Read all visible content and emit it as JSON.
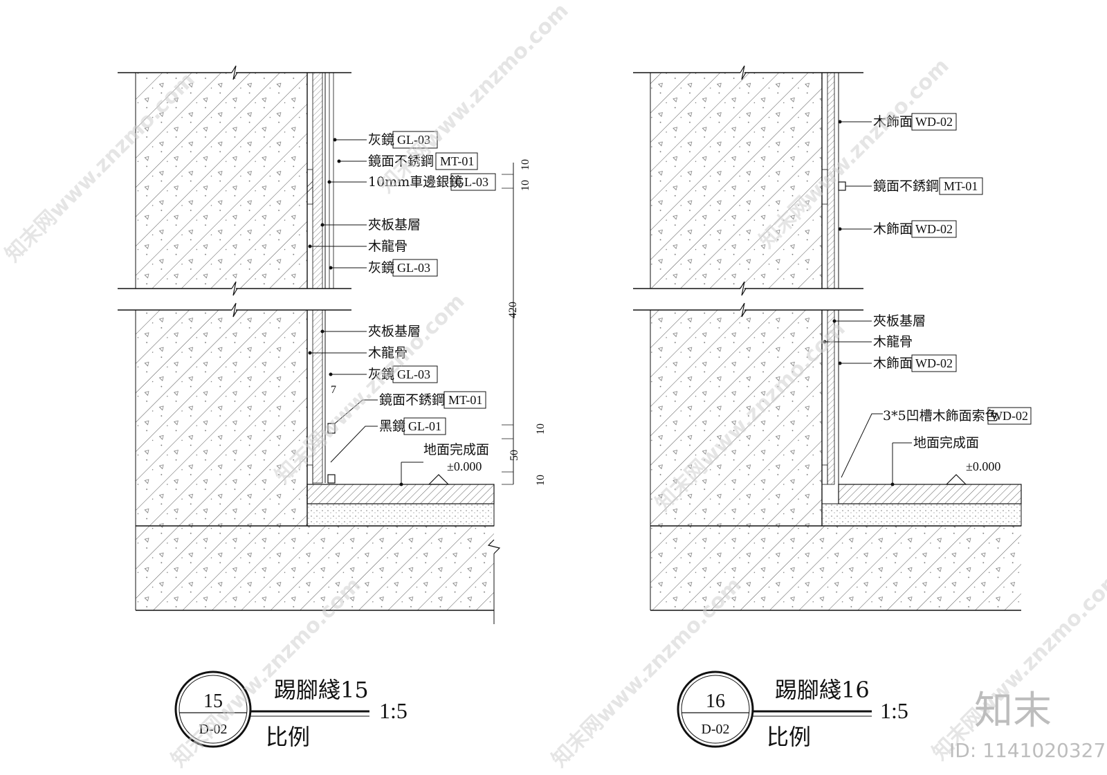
{
  "details": [
    {
      "number": "15",
      "sheet": "D-02",
      "title": "踢腳綫15",
      "scale": "1:5",
      "scale_label": "比例",
      "upper_labels": [
        {
          "text": "灰鏡",
          "code": "GL-03"
        },
        {
          "text": "鏡面不銹鋼",
          "code": "MT-01"
        },
        {
          "text": "10mm車邊銀鏡",
          "code": "GL-03"
        },
        {
          "text": "夾板基層",
          "code": ""
        },
        {
          "text": "木龍骨",
          "code": ""
        },
        {
          "text": "灰鏡",
          "code": "GL-03"
        }
      ],
      "lower_labels": [
        {
          "text": "夾板基層",
          "code": ""
        },
        {
          "text": "木龍骨",
          "code": ""
        },
        {
          "text": "灰鏡",
          "code": "GL-03"
        },
        {
          "text": "鏡面不銹鋼",
          "code": "MT-01"
        },
        {
          "text": "黑鏡",
          "code": "GL-01"
        }
      ],
      "floor_label": "地面完成面",
      "floor_level": "±0.000",
      "dimensions": [
        "10",
        "10",
        "420",
        "7",
        "10",
        "50",
        "10"
      ]
    },
    {
      "number": "16",
      "sheet": "D-02",
      "title": "踢腳綫16",
      "scale": "1:5",
      "scale_label": "比例",
      "upper_labels": [
        {
          "text": "木飾面",
          "code": "WD-02"
        },
        {
          "text": "鏡面不銹鋼",
          "code": "MT-01"
        },
        {
          "text": "木飾面",
          "code": "WD-02"
        }
      ],
      "lower_labels": [
        {
          "text": "夾板基層",
          "code": ""
        },
        {
          "text": "木龍骨",
          "code": ""
        },
        {
          "text": "木飾面",
          "code": "WD-02"
        },
        {
          "text": "3*5凹槽木飾面索色",
          "code": "WD-02"
        }
      ],
      "floor_label": "地面完成面",
      "floor_level": "±0.000"
    }
  ],
  "watermark": "知末网www.znzmo.com",
  "brand": "知末",
  "image_id": "ID: 1141020327"
}
